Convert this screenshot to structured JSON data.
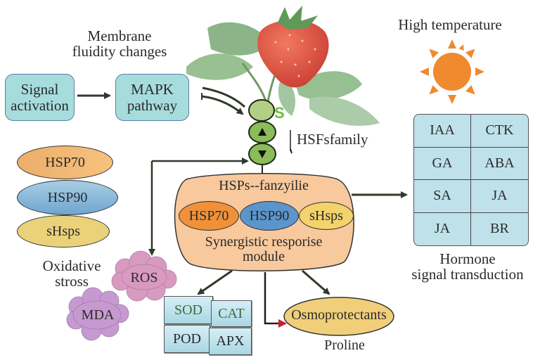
{
  "labels": {
    "membrane": [
      "Membrane",
      "fluidity changes"
    ],
    "high_temperature": "High temperature",
    "hsf_family": "HSFsfamily",
    "oxidative": [
      "Oxidative",
      "stross"
    ],
    "hormone": [
      "Hormone",
      "signal transduction"
    ],
    "proline": "Proline"
  },
  "boxes": {
    "signal_activation": [
      "Signal",
      "activation"
    ],
    "mapk": [
      "MAPK",
      "pathway"
    ]
  },
  "hsp_stack": [
    "HSP70",
    "HSP90",
    "sHsps"
  ],
  "module": {
    "title": "HSPs--fanzyilie",
    "members": [
      "HSP70",
      "HSP90",
      "sHsps"
    ],
    "caption": [
      "Synergistic resporise",
      "module"
    ]
  },
  "hormones": [
    [
      "IAA",
      "CTK"
    ],
    [
      "GA",
      "ABA"
    ],
    [
      "SA",
      "JA"
    ],
    [
      "JA",
      "BR"
    ]
  ],
  "clouds": [
    "ROS",
    "MDA"
  ],
  "enzymes": [
    "SOD",
    "CAT",
    "POD",
    "APX"
  ],
  "osmoprotectants": "Osmoprotectants",
  "colors": {
    "teal": "#a6dcdc",
    "hsp70": "#f0913a",
    "hsp90": "#5b95cc",
    "shsps": "#f3d36b",
    "module_bg": "#f7c99c",
    "hormone_bg": "#bfe1ea",
    "sun": "#ef8a2f",
    "cloud_ros": "#d99ac2",
    "cloud_mda": "#c69ad0",
    "strawberry": "#e0382c",
    "leaf": "#7fb07a",
    "arrow": "#2f3a2a",
    "red_arrow": "#c8202a"
  }
}
